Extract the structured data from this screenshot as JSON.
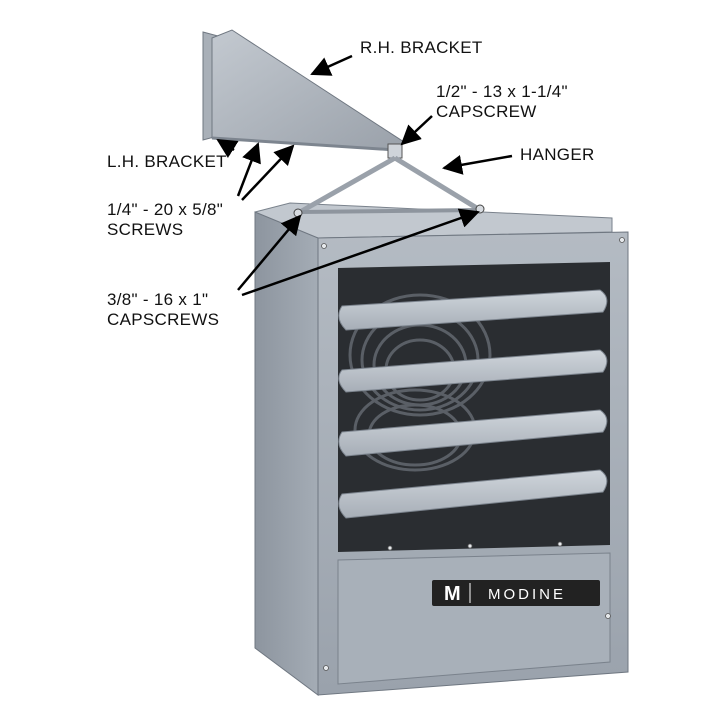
{
  "labels": {
    "rh_bracket": "R.H. BRACKET",
    "capscrew_top": {
      "line1": "1/2\" - 13 x 1-1/4\"",
      "line2": "CAPSCREW"
    },
    "hanger": "HANGER",
    "lh_bracket": "L.H. BRACKET",
    "screws": {
      "line1": "1/4\" - 20 x 5/8\"",
      "line2": "SCREWS"
    },
    "capscrews_bottom": {
      "line1": "3/8\" - 16 x 1\"",
      "line2": "CAPSCREWS"
    }
  },
  "brand": {
    "name": "MODINE",
    "logo_letter": "M"
  },
  "colors": {
    "housing": "#9ea6b0",
    "housing_dark": "#7d8590",
    "louver": "#b9c0c8",
    "interior": "#2a2d31",
    "label_text": "#111111",
    "arrow": "#000000",
    "logo_panel": "#222222",
    "logo_text": "#ffffff"
  }
}
